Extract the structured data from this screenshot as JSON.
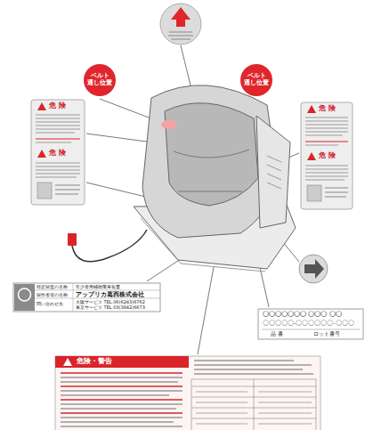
{
  "diagram": {
    "nodes": [
      {
        "text": [
          "ベルト 通し位置"
        ]
      },
      {
        "text": [
          "ベルト 通し位置"
        ]
      },
      {
        "text": [
          "危 険",
          "危 険"
        ]
      },
      {
        "text": [
          "危 険",
          "危 険"
        ]
      },
      {
        "text": [
          "特定製造の名称",
          "年少者用補助乗車装置",
          "製作者等の名称",
          "アップリカ葛西株式会社",
          "問い合わせ先",
          "大阪サービス TEL.06(6243)6762",
          "東京サービス TEL.03(3842)6673"
        ]
      },
      {
        "text": [
          "〇〇〇〇〇〇〇 〇〇〇 〇〇",
          "〇〇〇〇〇-〇〇〇〇〇〇-〇〇〇",
          "品 番",
          "ロット番号"
        ]
      },
      {
        "text": [
          "危険・警告"
        ]
      }
    ]
  }
}
